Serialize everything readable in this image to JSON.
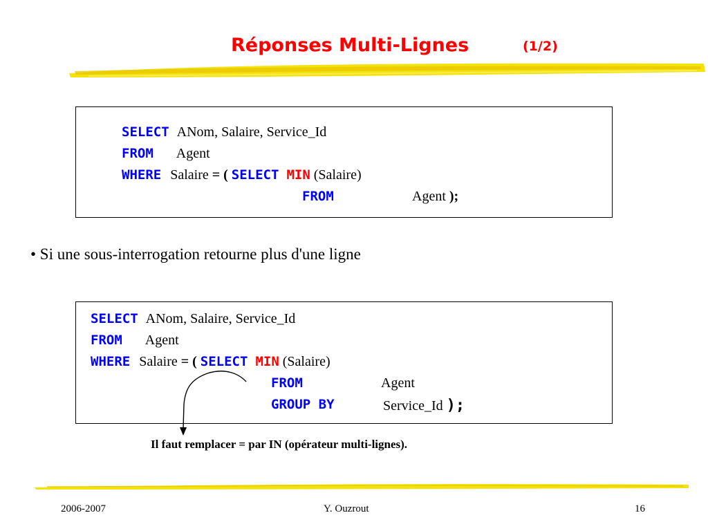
{
  "slide": {
    "title": "Réponses Multi-Lignes",
    "title_number": "(1/2)"
  },
  "query1": {
    "line1": {
      "kw": "SELECT",
      "text": "ANom, Salaire, Service_Id"
    },
    "line2": {
      "kw": "FROM",
      "text": "Agent"
    },
    "line3": {
      "kw": "WHERE",
      "text_a": "Salaire ",
      "op": "= (",
      "kw2": "SELECT",
      "kw3": "MIN",
      "text_b": "(Salaire)"
    },
    "line4": {
      "kw": "FROM",
      "text": "Agent",
      "end": ");"
    }
  },
  "bullet": "• Si une sous-interrogation retourne plus d'une ligne",
  "query2": {
    "line1": {
      "kw": "SELECT",
      "text": "ANom, Salaire, Service_Id"
    },
    "line2": {
      "kw": "FROM",
      "text": "Agent"
    },
    "line3": {
      "kw": "WHERE",
      "text_a": "Salaire ",
      "op": "= (",
      "kw2": "SELECT",
      "kw3": "MIN",
      "text_b": "(Salaire)"
    },
    "line4": {
      "kw": "FROM",
      "text": "Agent"
    },
    "line5": {
      "kw": "GROUP BY",
      "text": "Service_Id",
      "end": ");"
    }
  },
  "note": "Il faut remplacer = par  IN  (opérateur multi-lignes).",
  "footer": {
    "left": "2006-2007",
    "center": "Y. Ouzrout",
    "right": "16"
  },
  "colors": {
    "title": "#ff0000",
    "keyword": "#0000ff",
    "function": "#ff0000",
    "brush": "#f2e000"
  }
}
